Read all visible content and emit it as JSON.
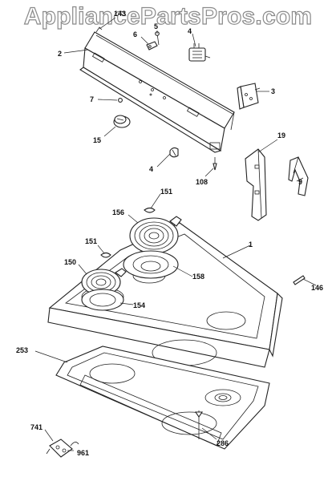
{
  "watermark": "AppliancePartsPros.com",
  "callouts": {
    "c143": "143",
    "c5": "5",
    "c6": "6",
    "c4a": "4",
    "c2": "2",
    "c3": "3",
    "c7": "7",
    "c15": "15",
    "c19": "19",
    "c4b": "4",
    "c108": "108",
    "c9": "9",
    "c151a": "151",
    "c156": "156",
    "c1": "1",
    "c151b": "151",
    "c150": "150",
    "c158": "158",
    "c154": "154",
    "c146": "146",
    "c253": "253",
    "c286": "286",
    "c741": "741",
    "c961": "961"
  }
}
